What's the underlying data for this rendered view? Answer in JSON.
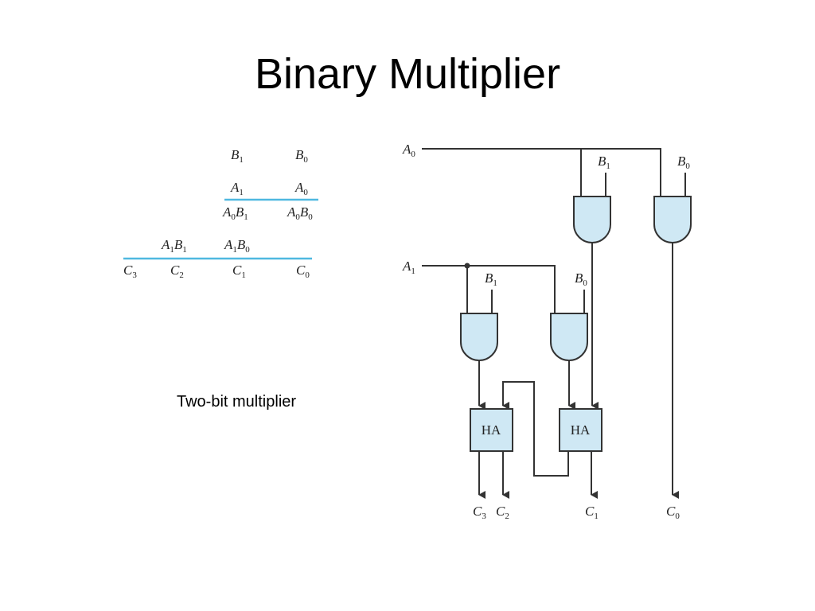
{
  "slide": {
    "title": "Binary Multiplier",
    "caption": "Two-bit multiplier"
  },
  "colors": {
    "gate_fill": "#cfe8f4",
    "rule": "#4fb8e0",
    "wire": "#333333"
  },
  "multiplication": {
    "row1": [
      {
        "v": "B",
        "s": "1"
      },
      {
        "v": "B",
        "s": "0"
      }
    ],
    "row2": [
      {
        "v": "A",
        "s": "1"
      },
      {
        "v": "A",
        "s": "0"
      }
    ],
    "row3": [
      {
        "v": "A",
        "s": "0",
        "v2": "B",
        "s2": "1"
      },
      {
        "v": "A",
        "s": "0",
        "v2": "B",
        "s2": "0"
      }
    ],
    "row4": [
      {
        "v": "A",
        "s": "1",
        "v2": "B",
        "s2": "1"
      },
      {
        "v": "A",
        "s": "1",
        "v2": "B",
        "s2": "0"
      }
    ],
    "row5": [
      {
        "v": "C",
        "s": "3"
      },
      {
        "v": "C",
        "s": "2"
      },
      {
        "v": "C",
        "s": "1"
      },
      {
        "v": "C",
        "s": "0"
      }
    ]
  },
  "circuit": {
    "inputs": {
      "a0": {
        "v": "A",
        "s": "0"
      },
      "a1": {
        "v": "A",
        "s": "1"
      },
      "b1_top": {
        "v": "B",
        "s": "1"
      },
      "b0_top": {
        "v": "B",
        "s": "0"
      },
      "b1_mid": {
        "v": "B",
        "s": "1"
      },
      "b0_mid": {
        "v": "B",
        "s": "0"
      }
    },
    "half_adders": [
      "HA",
      "HA"
    ],
    "outputs": [
      {
        "v": "C",
        "s": "3"
      },
      {
        "v": "C",
        "s": "2"
      },
      {
        "v": "C",
        "s": "1"
      },
      {
        "v": "C",
        "s": "0"
      }
    ]
  }
}
